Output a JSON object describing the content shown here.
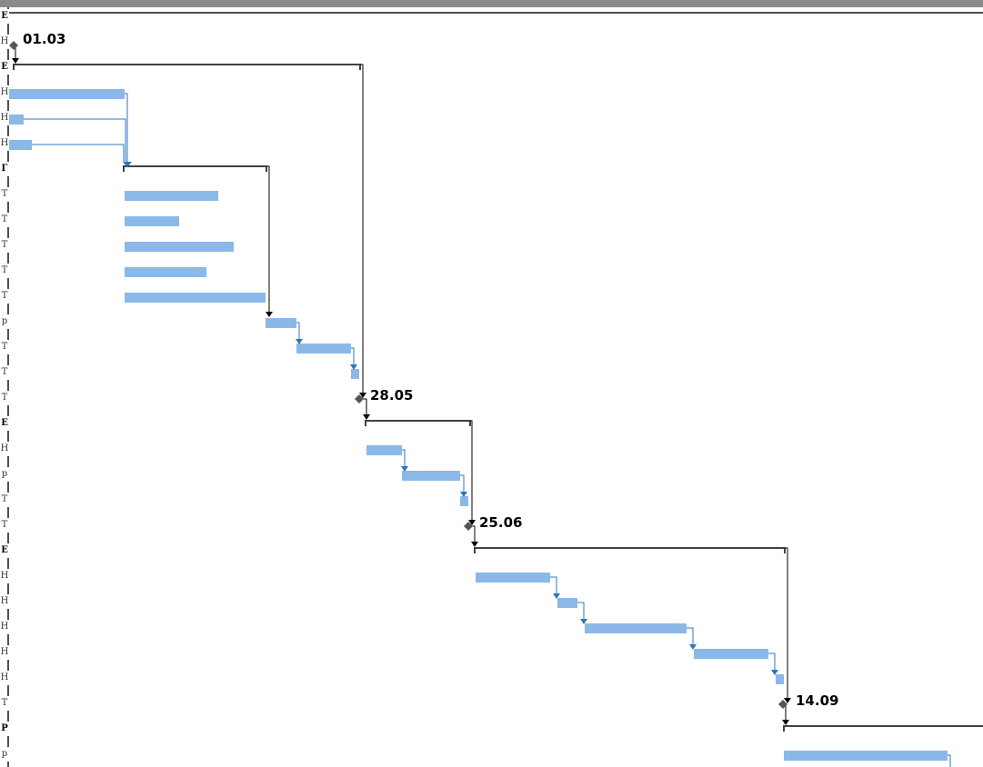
{
  "milestones": [
    {
      "label": "01.03"
    },
    {
      "label": "28.05"
    },
    {
      "label": "25.06"
    },
    {
      "label": "14.09"
    }
  ],
  "row_labels": [
    "Е",
    "Н",
    "Е",
    "Н",
    "Н",
    "Н",
    "Г",
    "Т",
    "Т",
    "Т",
    "Т",
    "Т",
    "р",
    "Т",
    "Т",
    "Т",
    "Е",
    "Н",
    "р",
    "Т",
    "Т",
    "Е",
    "Н",
    "Н",
    "Н",
    "Н",
    "Н",
    "Т",
    "Р",
    "р"
  ],
  "colors": {
    "task_bar": "#8cb8e8",
    "summary": "#404040",
    "link": "#2e74c0",
    "milestone": "#555555",
    "divider": "#505050"
  }
}
